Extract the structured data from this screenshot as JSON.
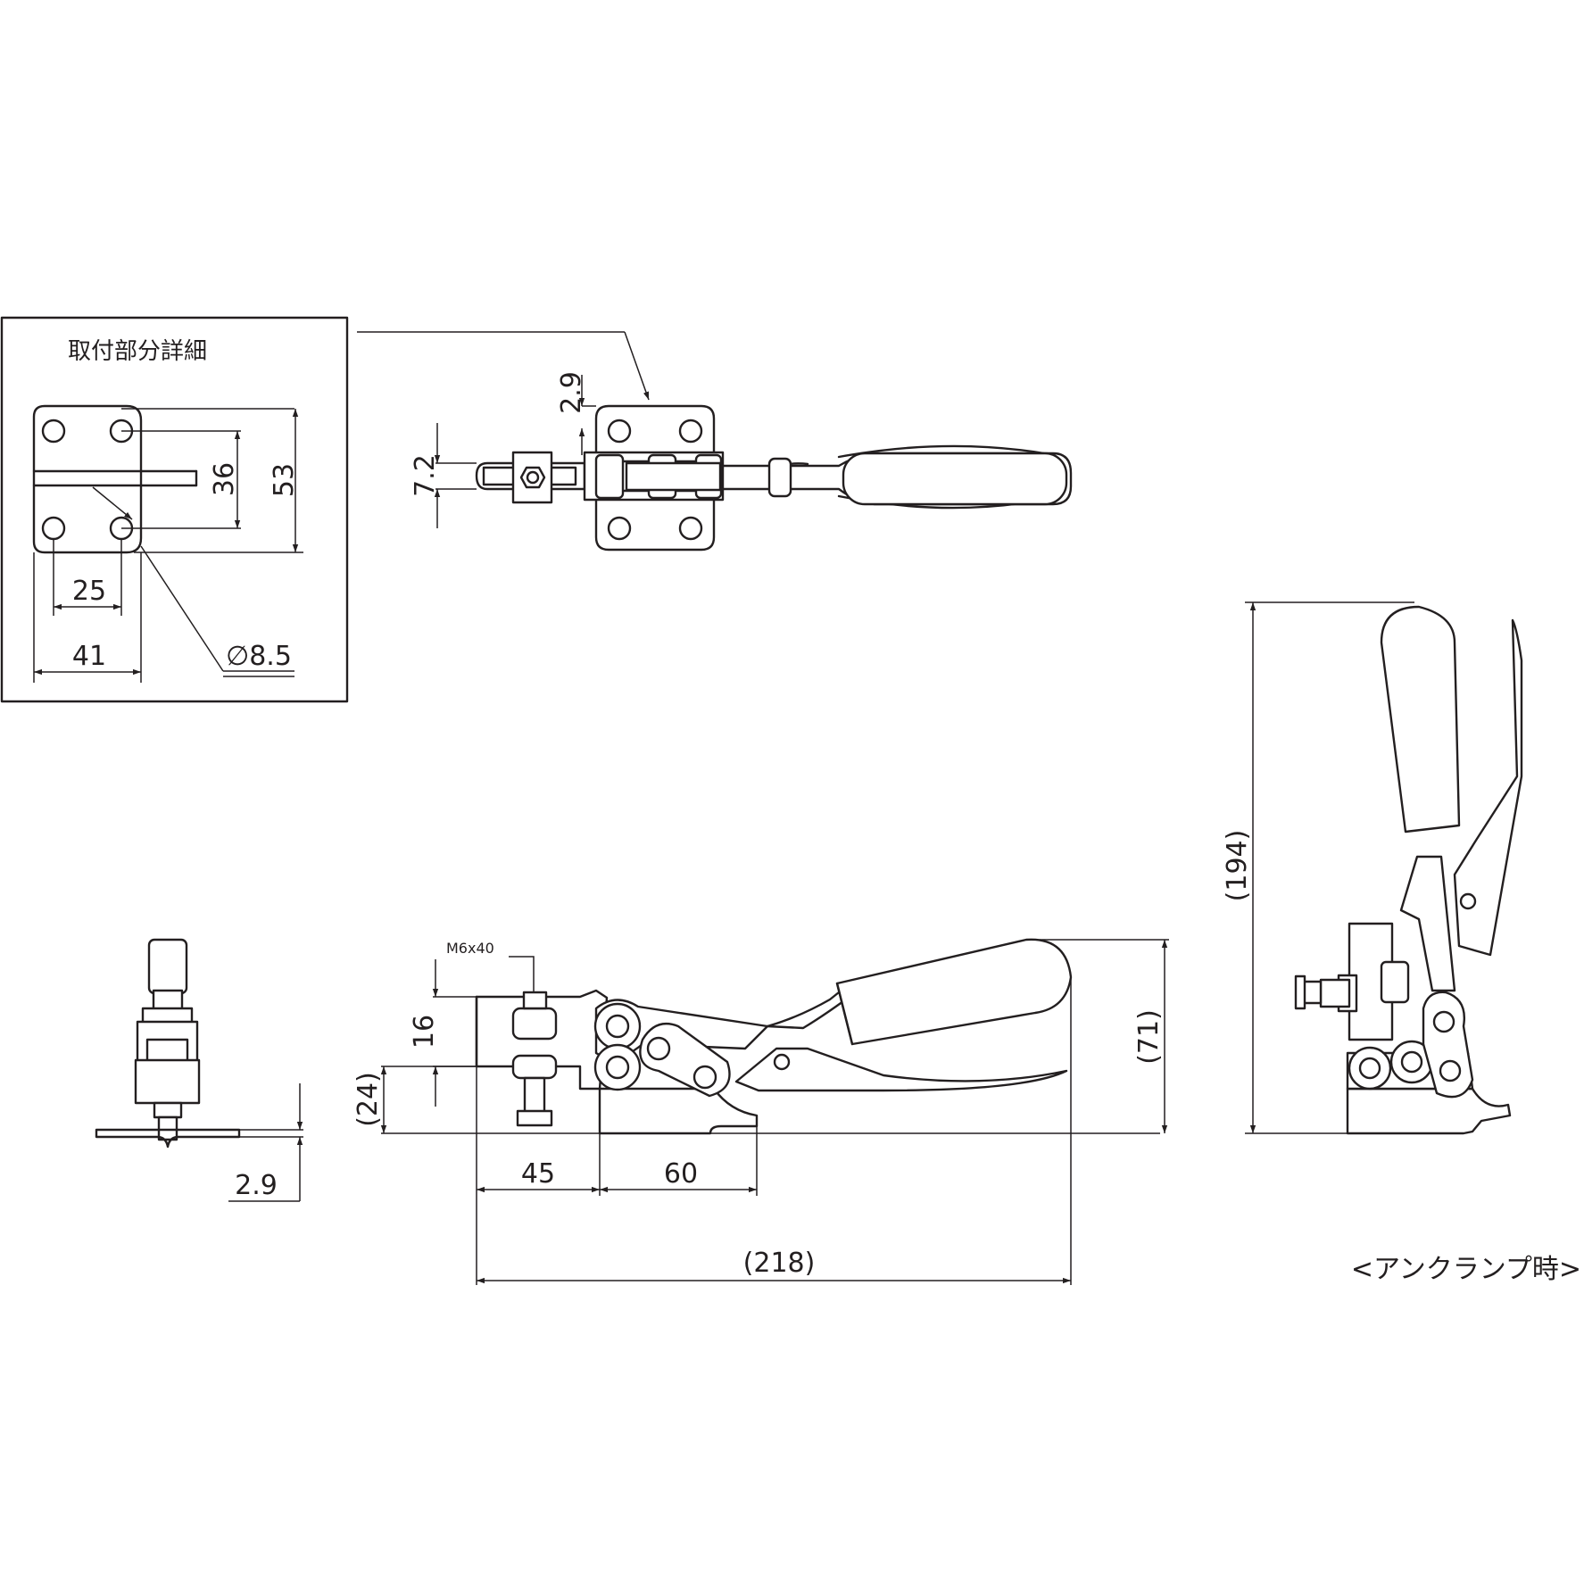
{
  "detail_box": {
    "title": "取付部分詳細",
    "dims": {
      "spacing_v": "36",
      "height": "53",
      "spacing_h": "25",
      "width": "41",
      "hole": "∅8.5"
    }
  },
  "top_view": {
    "dims": {
      "thickness": "2.9",
      "bar_width": "7.2"
    }
  },
  "front_view": {
    "bolt_label": "M6x40",
    "dims": {
      "spindle_height": "16",
      "base_height": "(24)",
      "spindle_offset": "45",
      "base_length": "60",
      "total_length": "(218)",
      "total_height": "(71)"
    }
  },
  "end_view": {
    "dims": {
      "base_thickness": "2.9"
    }
  },
  "unclamped_view": {
    "label": "<アンクランプ時>",
    "dims": {
      "total_height": "(194)"
    }
  }
}
